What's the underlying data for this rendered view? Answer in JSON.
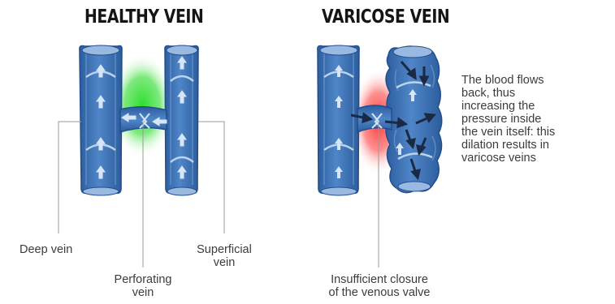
{
  "healthy": {
    "title": "HEALTHY VEIN",
    "labels": {
      "deep": "Deep vein",
      "perforating": [
        "Perforating",
        "vein"
      ],
      "superficial": [
        "Superficial",
        "vein"
      ]
    }
  },
  "varicose": {
    "title": "VARICOSE VEIN",
    "valve_label": [
      "Insufficient closure",
      "of the venous valve"
    ],
    "note": [
      "The blood flows",
      "back, thus",
      "increasing the",
      "pressure inside",
      "the vein itself: this",
      "dilation results in",
      "varicose veins"
    ]
  },
  "colors": {
    "vein_blue": "#3f72b8",
    "vein_dark": "#24508f",
    "healthy_glow": "#2bd62b",
    "varicose_glow": "#ff3030",
    "arrow_light": "#d7e6f7",
    "arrow_dark": "#1b2a44",
    "leader_line": "#9a9a9a"
  }
}
